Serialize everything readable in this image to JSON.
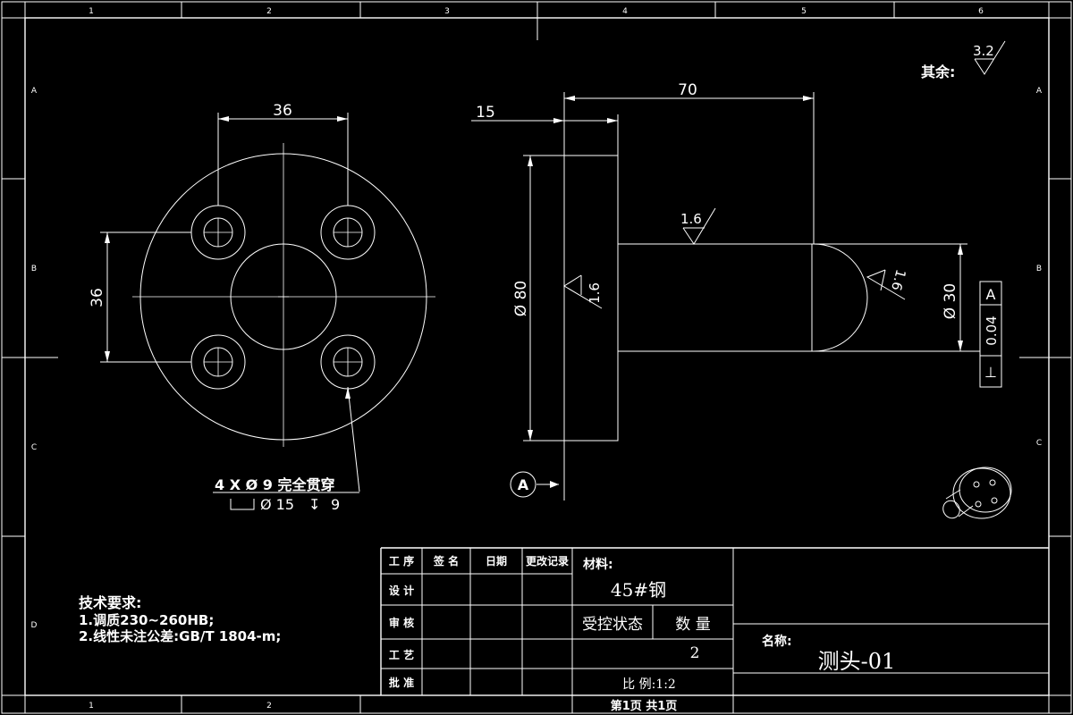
{
  "border": {
    "top_zones": [
      "1",
      "2",
      "3",
      "4",
      "5",
      "6"
    ],
    "bottom_zones": [
      "1",
      "2"
    ],
    "side_zones": [
      "A",
      "B",
      "C",
      "D"
    ]
  },
  "roughness_other": {
    "label": "其余:",
    "value": "3.2"
  },
  "dimensions": {
    "front_bolt_spacing_x": "36",
    "front_bolt_spacing_y": "36",
    "side_flange_thickness": "15",
    "side_length": "70",
    "side_flange_dia": "Ø 80",
    "side_shaft_dia": "Ø 30",
    "rough_flange_face": "1.6",
    "rough_shaft": "1.6",
    "rough_tip": "1.6"
  },
  "hole_note": {
    "line1": "4 X Ø 9 完全贯穿",
    "cbore_dia": "Ø 15",
    "depth_symbol": "↧",
    "depth": "9"
  },
  "datum": {
    "label": "A"
  },
  "tolerance": {
    "symbol": "⊥",
    "value": "0.04",
    "datum": "A"
  },
  "tech_requirements": {
    "title": "技术要求:",
    "items": [
      "1.调质230~260HB;",
      "2.线性未注公差:GB/T 1804-m;"
    ]
  },
  "title_block": {
    "headers": [
      "工 序",
      "签 名",
      "日期",
      "更改记录"
    ],
    "process_rows": [
      "设 计",
      "审 核",
      "工 艺",
      "批 准"
    ],
    "material_label": "材料:",
    "material": "45#钢",
    "controlled_state": "受控状态",
    "quantity_label": "数  量",
    "quantity": "2",
    "scale": "比   例:1:2",
    "pages": "第1页  共1页",
    "name_label": "名称:",
    "part_name": "测头-01"
  }
}
